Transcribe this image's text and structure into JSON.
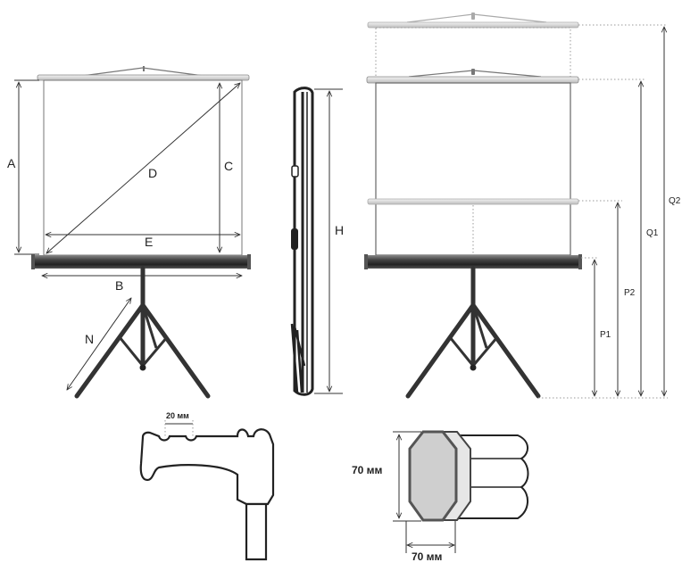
{
  "labels": {
    "A": "A",
    "B": "B",
    "C": "C",
    "D": "D",
    "E": "E",
    "N": "N",
    "H": "H",
    "P1": "P1",
    "P2": "P2",
    "Q1": "Q1",
    "Q2": "Q2",
    "mm20": "20 мм",
    "mm70_v": "70 мм",
    "mm70_h": "70 мм"
  },
  "colors": {
    "line": "#333333",
    "case": "#555555",
    "screen": "#ffffff",
    "profile_fill": "#d9d9d9"
  }
}
